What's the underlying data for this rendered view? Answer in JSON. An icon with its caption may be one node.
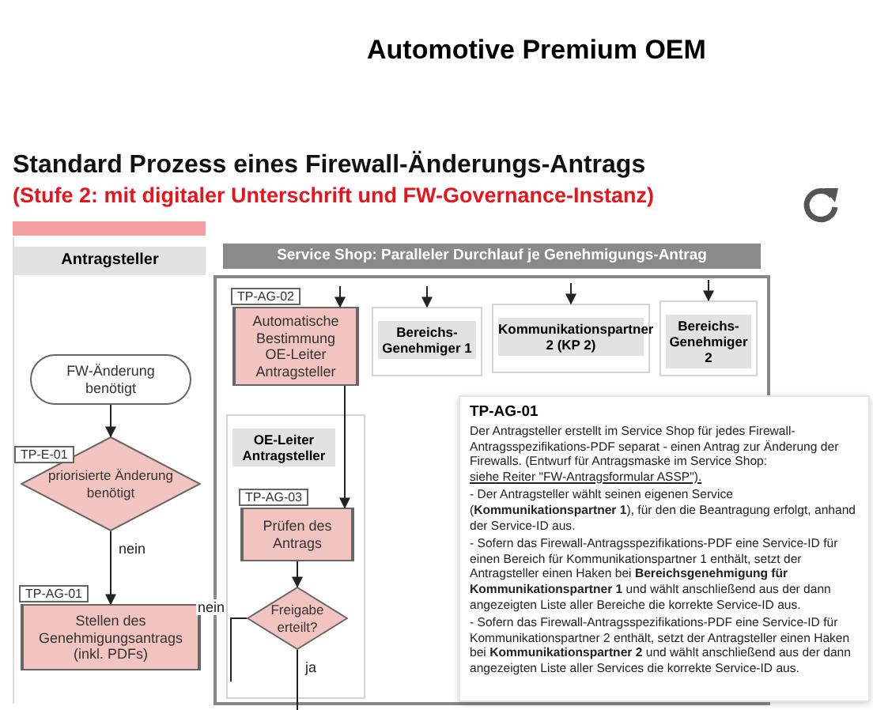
{
  "diagram": {
    "title": "Standard Prozess eines Firewall-Änderungs-Antrags",
    "nodes": [
      {
        "text": [
          "Antragsteller"
        ]
      },
      {
        "text": [
          "FW-Änderung benötigt"
        ],
        "in": 0
      },
      {
        "text": [
          "priorisierte Änderung benötigt"
        ],
        "in": 0,
        "beside": [
          "TP-E-01"
        ]
      },
      {
        "text": [
          "Stellen des Genehmigungsantrags (inkl. PDFs)"
        ],
        "in": 0,
        "beside": [
          "TP-AG-01"
        ]
      },
      {
        "text": [
          "Service Shop: Paralleler Durchlauf je Genehmigungs-Antrag"
        ]
      },
      {
        "text": [
          "Automatische Bestimmung OE-Leiter Antragsteller"
        ],
        "in": 4,
        "beside": [
          "TP-AG-02"
        ]
      },
      {
        "text": [
          "OE-Leiter Antragsteller"
        ],
        "in": 4
      },
      {
        "text": [
          "Prüfen des Antrags"
        ],
        "in": 6,
        "beside": [
          "TP-AG-03"
        ]
      },
      {
        "text": [
          "Freigabe erteilt?"
        ],
        "in": 6
      },
      {
        "text": [
          "Bereichs-Genehmiger 1"
        ],
        "in": 4
      },
      {
        "text": [
          "Kommunikationspartner 2 (KP 2)"
        ],
        "in": 4
      },
      {
        "text": [
          "Bereichs-Genehmiger 2"
        ],
        "in": 4
      },
      {
        "text": [
          "TP-AG-01",
          "Der Antragsteller erstellt im Service Shop für jedes Firewall-Antragsspezifikations-PDF separat - einen Antrag zur Änderung der Firewalls. (Entwurf für Antragsmaske im Service Shop:",
          "siehe Reiter \"FW-Antragsformular ASSP\").",
          "- Der Antragsteller wählt seinen eigenen Service (**Kommunikationspartner 1**), für den die Beantragung erfolgt, anhand der Service-ID aus.",
          "- Sofern das Firewall-Antragsspezifikations-PDF eine Service-ID für einen Bereich für Kommunikationspartner 1 enthält, setzt der Antragsteller einen Haken bei **Bereichsgenehmigung für Kommunikationspartner 1** und wählt anschließend aus der dann angezeigten Liste aller Bereiche die korrekte Service-ID aus.",
          "- Sofern das Firewall-Antragsspezifikations-PDF eine Service-ID für Kommunikationspartner 2 enthält, setzt der Antragsteller einen Haken bei **Kommunikationspartner 2** und wählt anschließend aus der dann angezeigten Liste aller Services die korrekte Service-ID aus."
        ]
      }
    ],
    "edges": [
      {
        "from": 1,
        "to": 2,
        "arrow": "to"
      },
      {
        "from": 2,
        "to": 3,
        "arrow": "to",
        "label": "nein"
      },
      {
        "from": null,
        "to": 5,
        "arrow": "to"
      },
      {
        "from": 5,
        "to": 7,
        "arrow": "to"
      },
      {
        "from": 7,
        "to": 8,
        "arrow": "to"
      },
      {
        "from": 8,
        "to": null,
        "arrow": "none",
        "label": "nein"
      },
      {
        "from": 8,
        "to": null,
        "arrow": "none",
        "label": "ja"
      },
      {
        "from": null,
        "to": 9,
        "arrow": "to"
      },
      {
        "from": null,
        "to": 10,
        "arrow": "to"
      },
      {
        "from": null,
        "to": 11,
        "arrow": "to"
      }
    ],
    "labels": [
      "Automotive Premium OEM",
      "(Stufe 2: mit digitaler Unterschrift und FW-Governance-Instanz)"
    ]
  }
}
